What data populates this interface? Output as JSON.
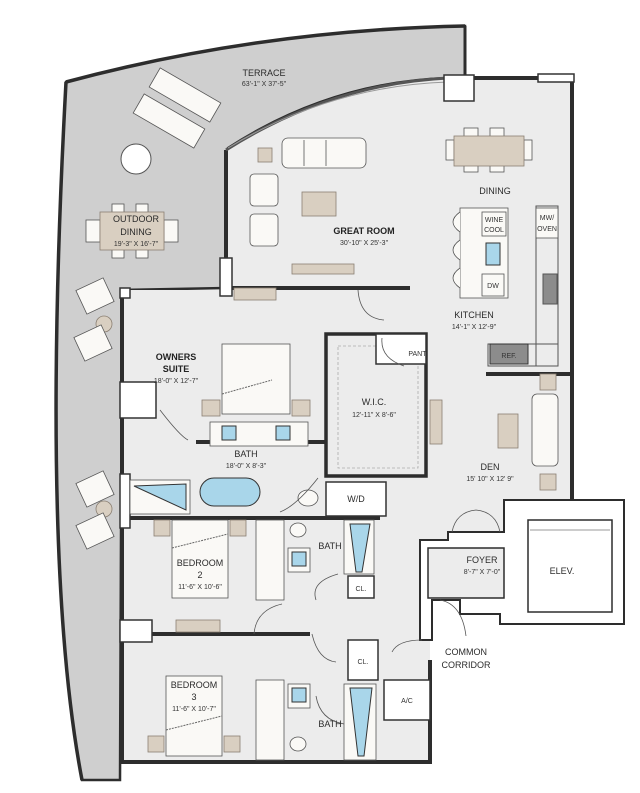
{
  "floorplan": {
    "colors": {
      "terrace": "#cfcfcf",
      "interior": "#ececec",
      "wall": "#2d2d2d",
      "water": "#a9d6ea",
      "wood": "#d9cfc1",
      "appliance": "#8c8c8c"
    },
    "rooms": {
      "terrace": {
        "name": "TERRACE",
        "dims": "63'-1\" X 37'-5\""
      },
      "outdoor_dining": {
        "name_line1": "OUTDOOR",
        "name_line2": "DINING",
        "dims": "19'-3\" X 16'-7\""
      },
      "great_room": {
        "name": "GREAT ROOM",
        "dims": "30'-10\" X 25'-3\""
      },
      "dining": {
        "name": "DINING"
      },
      "kitchen": {
        "name": "KITCHEN",
        "dims": "14'-1\" X 12'-9\""
      },
      "owners_suite": {
        "name_line1": "OWNERS",
        "name_line2": "SUITE",
        "dims": "18'-0\" X 12'-7\""
      },
      "owners_bath": {
        "name": "BATH",
        "dims": "18'-0\" X 8'-3\""
      },
      "wic": {
        "name": "W.I.C.",
        "dims": "12'-11\" X 8'-6\""
      },
      "den": {
        "name": "DEN",
        "dims": "15' 10\" X 12' 9\""
      },
      "bedroom2": {
        "name_line1": "BEDROOM",
        "name_line2": "2",
        "dims": "11'-6\" X 10'-6\""
      },
      "bath2": {
        "name": "BATH"
      },
      "bedroom3": {
        "name_line1": "BEDROOM",
        "name_line2": "3",
        "dims": "11'-6\" X 10'-7\""
      },
      "bath3": {
        "name": "BATH"
      },
      "foyer": {
        "name": "FOYER",
        "dims": "8'-7\" X 7'-0\""
      },
      "elevator": {
        "name": "ELEV."
      },
      "common_corridor": {
        "name_line1": "COMMON",
        "name_line2": "CORRIDOR"
      }
    },
    "fixtures": {
      "wine_cooler_line1": "WINE",
      "wine_cooler_line2": "COOL",
      "dishwasher": "DW",
      "microwave_line1": "MW/",
      "microwave_line2": "OVEN",
      "refrigerator": "REF.",
      "pantry": "PANT.",
      "washer_dryer": "W/D",
      "closet_2": "CL.",
      "closet_3": "CL.",
      "ac": "A/C"
    }
  }
}
